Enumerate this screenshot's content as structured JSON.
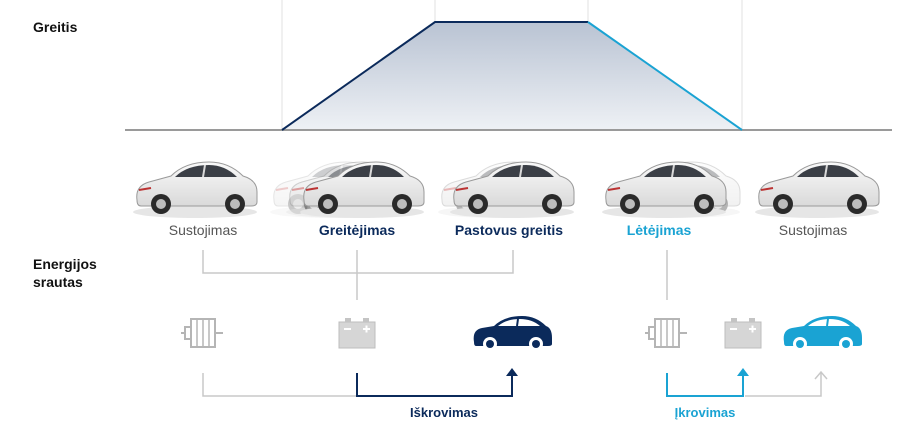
{
  "labels": {
    "speed": "Greitis",
    "energy_line1": "Energijos",
    "energy_line2": "srautas"
  },
  "phases": [
    {
      "label": "Sustojimas"
    },
    {
      "label": "Greitėjimas"
    },
    {
      "label": "Pastovus greitis"
    },
    {
      "label": "Lėtėjimas"
    },
    {
      "label": "Sustojimas"
    }
  ],
  "flows": {
    "discharge": "Iškrovimas",
    "charge": "Įkrovimas"
  },
  "colors": {
    "dark_blue": "#0b2a5b",
    "light_blue": "#1aa3d3",
    "gray": "#c8c8c8",
    "axis": "#9a9a9a"
  },
  "icons": [
    "motor-icon",
    "battery-icon",
    "car-icon"
  ]
}
